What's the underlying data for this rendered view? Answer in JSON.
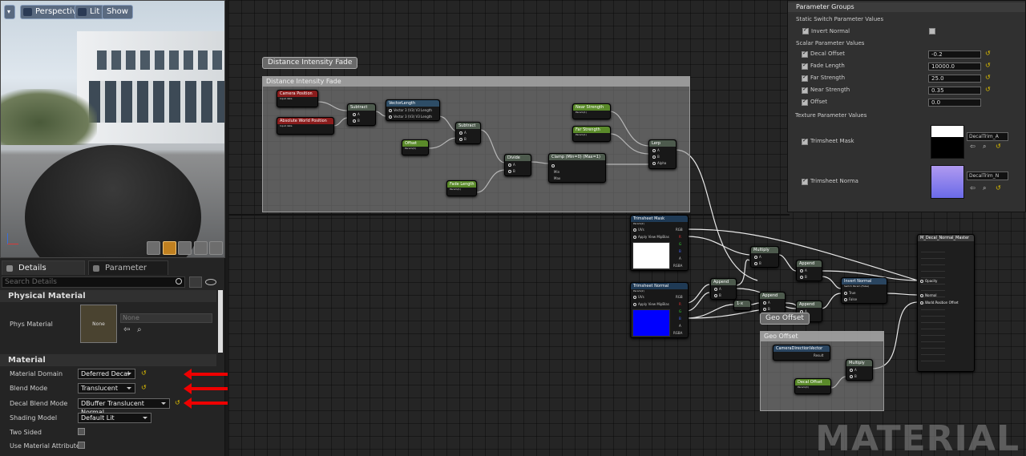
{
  "viewport": {
    "menu_icon": "chevron-down-icon",
    "perspective_label": "Perspective",
    "lit_label": "Lit",
    "show_label": "Show"
  },
  "details": {
    "tab_details": "Details",
    "tab_params": "Parameter Defaults",
    "search_placeholder": "Search Details",
    "physical_material_header": "Physical Material",
    "phys_material_label": "Phys Material",
    "phys_thumb_text": "None",
    "phys_dropdown": "None",
    "material_header": "Material",
    "rows": [
      {
        "label": "Material Domain",
        "value": "Deferred Decal"
      },
      {
        "label": "Blend Mode",
        "value": "Translucent"
      },
      {
        "label": "Decal Blend Mode",
        "value": "DBuffer Translucent Normal"
      },
      {
        "label": "Shading Model",
        "value": "Default Lit"
      }
    ],
    "two_sided_label": "Two Sided",
    "use_material_attributes_label": "Use Material Attributes",
    "annotation_color": "#e00000"
  },
  "graph": {
    "comment_tag_fade": "Distance Intensity Fade",
    "comment_fade_header": "Distance Intensity Fade",
    "comment_tag_geo": "Geo Offset",
    "comment_geo_header": "Geo Offset",
    "nodes": {
      "camera_position": {
        "title": "Camera Position",
        "sub": "Input data"
      },
      "absolute_world_position": {
        "title": "Absolute World Position",
        "sub": "Input data"
      },
      "subtract1": {
        "title": "Subtract"
      },
      "vector_length": {
        "title": "VectorLength",
        "pin1": "Vector 3 (V3) V3 Length",
        "pin2": "Vector 3 (V3) V3 Length"
      },
      "subtract2": {
        "title": "Subtract"
      },
      "offset": {
        "title": "Offset",
        "sub": "Param(0)"
      },
      "divide": {
        "title": "Divide"
      },
      "fade_length": {
        "title": "Fade Length",
        "sub": "Param(1)"
      },
      "clamp": {
        "title": "Clamp (Min=0) (Max=1)",
        "min": "Min",
        "max": "Max"
      },
      "near_strength": {
        "title": "Near Strength",
        "sub": "Param(1)"
      },
      "far_strength": {
        "title": "Far Strength",
        "sub": "Param(1)"
      },
      "lerp": {
        "title": "Lerp",
        "alpha": "Alpha"
      },
      "trimsheet_mask": {
        "title": "Trimsheet Mask",
        "sub": "Param(2)",
        "uvs": "UVs",
        "apply": "Apply View MipBias"
      },
      "trimsheet_normal": {
        "title": "Trimsheet Normal",
        "sub": "Param(2)",
        "uvs": "UVs",
        "apply": "Apply View MipBias"
      },
      "multiply1": {
        "title": "Multiply"
      },
      "append1": {
        "title": "Append"
      },
      "append2": {
        "title": "Append"
      },
      "append3": {
        "title": "Append"
      },
      "append4": {
        "title": "Append"
      },
      "one_minus": {
        "title": "1-x"
      },
      "invert_normal": {
        "title": "Invert Normal",
        "sub": "Switch Param (False)",
        "true_pin": "True",
        "false_pin": "False"
      },
      "camera_direction": {
        "title": "CameraDirectionVector",
        "pin": "Result"
      },
      "decal_offset": {
        "title": "Decal Offset",
        "sub": "Param(0)"
      },
      "multiply2": {
        "title": "Multiply"
      },
      "master": {
        "title": "M_Decal_Normal_Master",
        "opacity": "Opacity",
        "normal": "Normal",
        "wpo": "World Position Offset"
      }
    },
    "pins": {
      "a": "A",
      "b": "B",
      "rgb": "RGB",
      "r": "R",
      "g": "G",
      "b2": "B",
      "alpha": "A",
      "rgba": "RGBA"
    },
    "watermark": "MATERIAL"
  },
  "parameters": {
    "title": "Parameter Groups",
    "static_group": "Static Switch Parameter Values",
    "invert_normal": "Invert Normal",
    "scalar_group": "Scalar Parameter Values",
    "scalars": [
      {
        "label": "Decal Offset",
        "value": "-0.2"
      },
      {
        "label": "Fade Length",
        "value": "10000.0"
      },
      {
        "label": "Far Strength",
        "value": "25.0"
      },
      {
        "label": "Near Strength",
        "value": "0.35"
      },
      {
        "label": "Offset",
        "value": "0.0"
      }
    ],
    "texture_group": "Texture Parameter Values",
    "textures": [
      {
        "label": "Trimsheet Mask",
        "value": "DecalTrim_A"
      },
      {
        "label": "Trimsheet Norma",
        "value": "DecalTrim_N"
      }
    ]
  }
}
